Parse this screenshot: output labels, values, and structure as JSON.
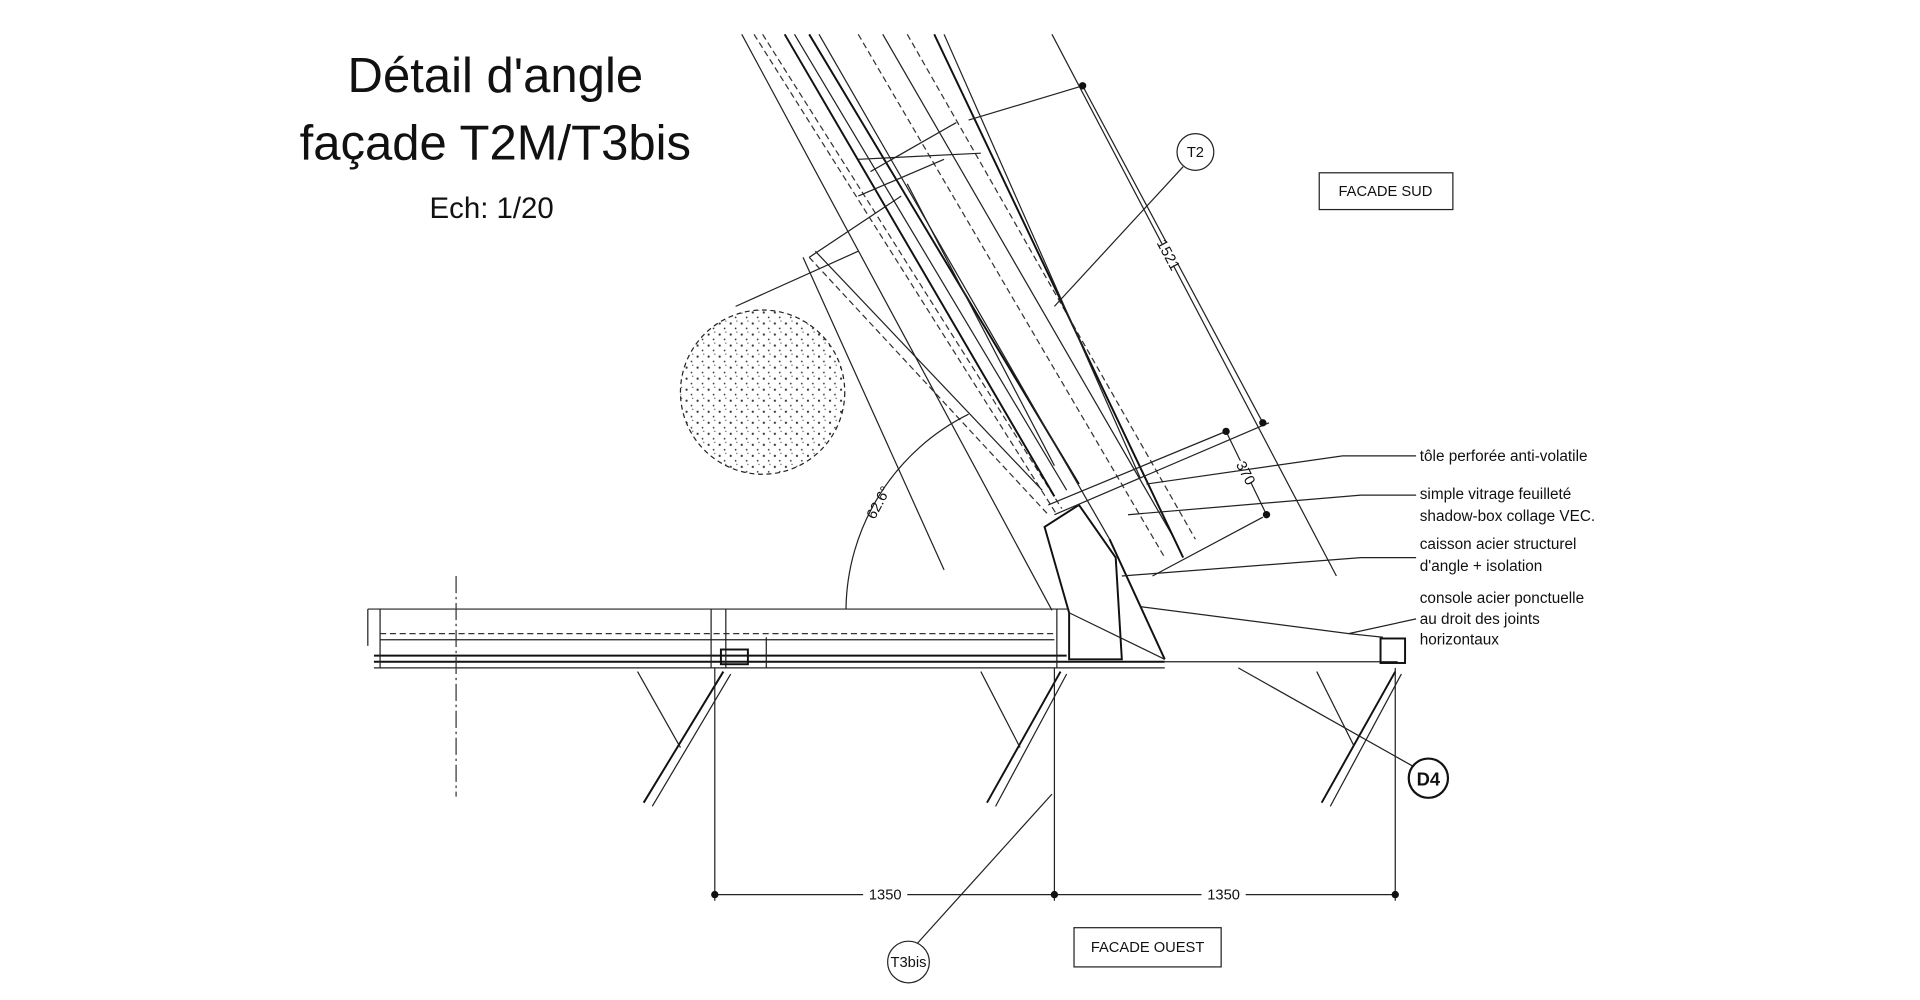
{
  "title": {
    "line1": "Détail d'angle",
    "line2": "façade T2M/T3bis",
    "scale": "Ech: 1/20"
  },
  "labels": {
    "facade_sud": "FACADE SUD",
    "facade_ouest": "FACADE OUEST",
    "tag_t2": "T2",
    "tag_t3bis": "T3bis",
    "tag_d4": "D4"
  },
  "dimensions": {
    "angle": "62.6°",
    "dim_1521": "1521",
    "dim_370": "370",
    "dim_1350_left": "1350",
    "dim_1350_right": "1350"
  },
  "annotations": [
    {
      "lines": [
        "tôle perforée anti-volatile"
      ]
    },
    {
      "lines": [
        "simple vitrage feuilleté",
        "shadow-box collage VEC."
      ]
    },
    {
      "lines": [
        "caisson acier structurel",
        "d'angle + isolation"
      ]
    },
    {
      "lines": [
        "console acier ponctuelle",
        "au droit des joints",
        "horizontaux"
      ]
    }
  ]
}
